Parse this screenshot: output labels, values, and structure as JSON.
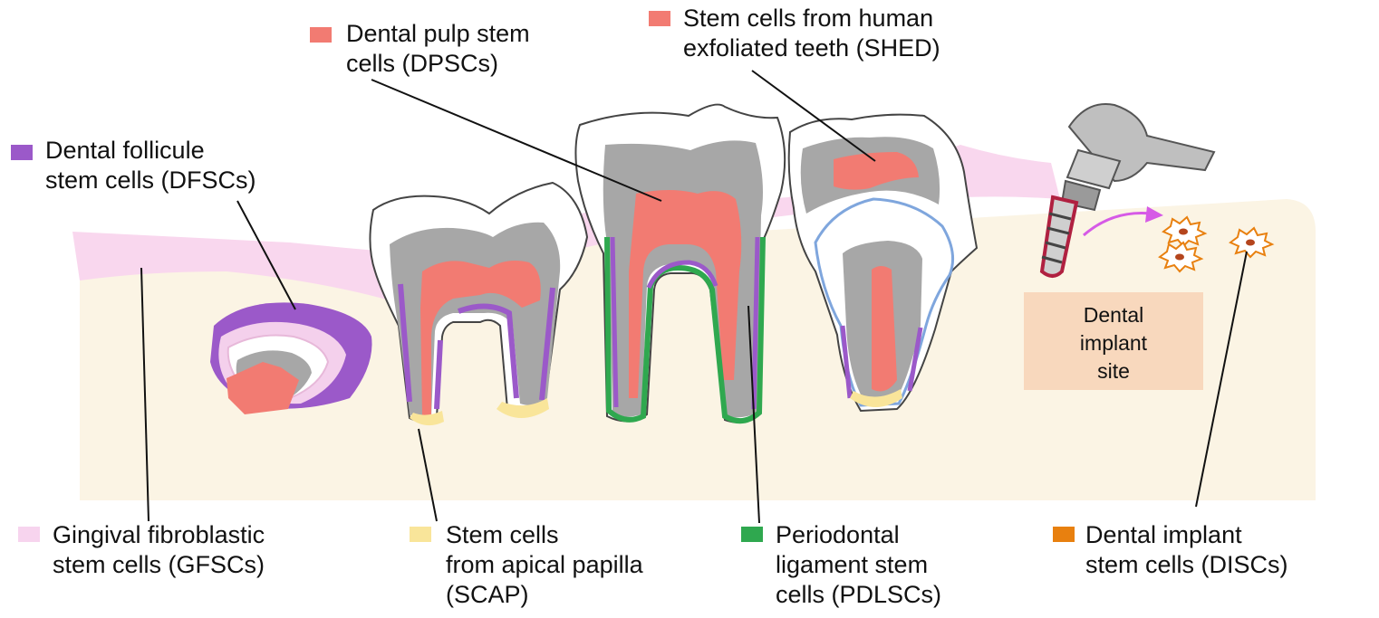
{
  "legend": {
    "dfsc": {
      "text": "Dental follicule\nstem cells (DFSCs)",
      "color": "#9b59c9"
    },
    "dpsc": {
      "text": "Dental pulp stem\ncells (DPSCs)",
      "color": "#f27b72"
    },
    "shed": {
      "text": "Stem cells from human\nexfoliated teeth (SHED)",
      "color": "#f27b72"
    },
    "gfsc": {
      "text": "Gingival fibroblastic\nstem cells (GFSCs)",
      "color": "#f7d4ee"
    },
    "scap": {
      "text": "Stem cells\nfrom apical papilla\n(SCAP)",
      "color": "#f9e59a"
    },
    "pdlsc": {
      "text": "Periodontal\nligament stem\ncells (PDLSCs)",
      "color": "#2fa84f"
    },
    "disc": {
      "text": "Dental implant\nstem cells (DISCs)",
      "color": "#e8800f"
    }
  },
  "implant_site": {
    "text": "Dental\nimplant\nsite"
  },
  "colors": {
    "bone": "#fbf4e4",
    "gingiva": "#f9d7ee",
    "dentin": "#a7a7a7",
    "enamel": "#ffffff",
    "pulp": "#f27b72",
    "follicle": "#9b59c9",
    "pdl": "#2fa84f",
    "papilla": "#f9e59a",
    "implant_site_bg": "#f8d8bd",
    "arrow": "#d65ae6",
    "disc_cell": "#e8800f"
  }
}
